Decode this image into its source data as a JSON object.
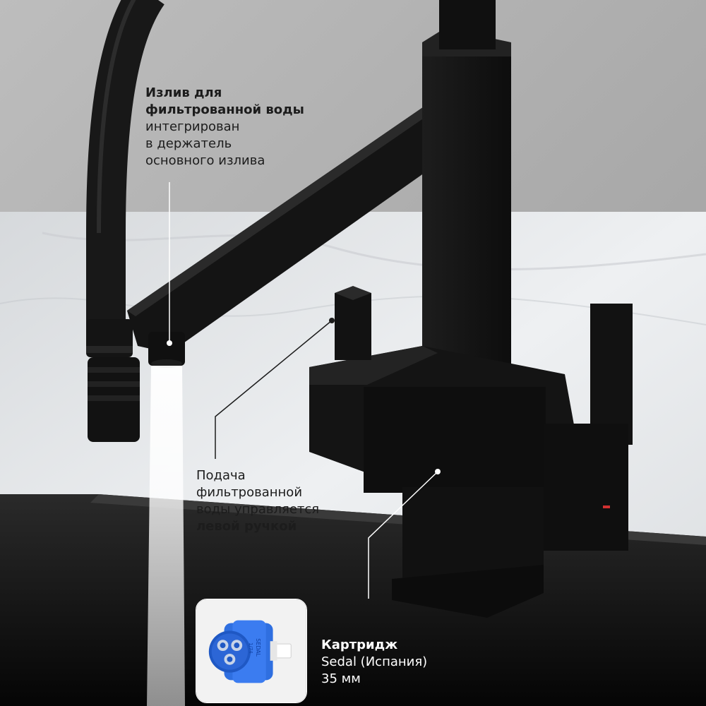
{
  "callouts": {
    "spout": {
      "bold_line_1": "Излив для",
      "bold_line_2": "фильтрованной воды",
      "line_3": "интегрирован",
      "line_4": "в держатель",
      "line_5": "основного излива"
    },
    "handle": {
      "line_1": "Подача",
      "line_2": "фильтрованной",
      "line_3": "воды управляется",
      "bold_line_4": "левой ручкой"
    },
    "cartridge": {
      "title": "Картридж",
      "line_2": "Sedal (Испания)",
      "line_3": "35 мм",
      "label_brand": "SEDAL",
      "label_code": "1/74"
    }
  },
  "colors": {
    "wall": "#a9a9a9",
    "countertop": "#e6e6e6",
    "sink": "#0b0b0b",
    "faucet": "#151515",
    "cartridge_blue": "#2f6fe0",
    "hot_indicator": "#d03030",
    "text_dark": "#1c1c1c",
    "text_light": "#ffffff"
  },
  "icons": [
    "cartridge-image",
    "hot-indicator-icon"
  ]
}
